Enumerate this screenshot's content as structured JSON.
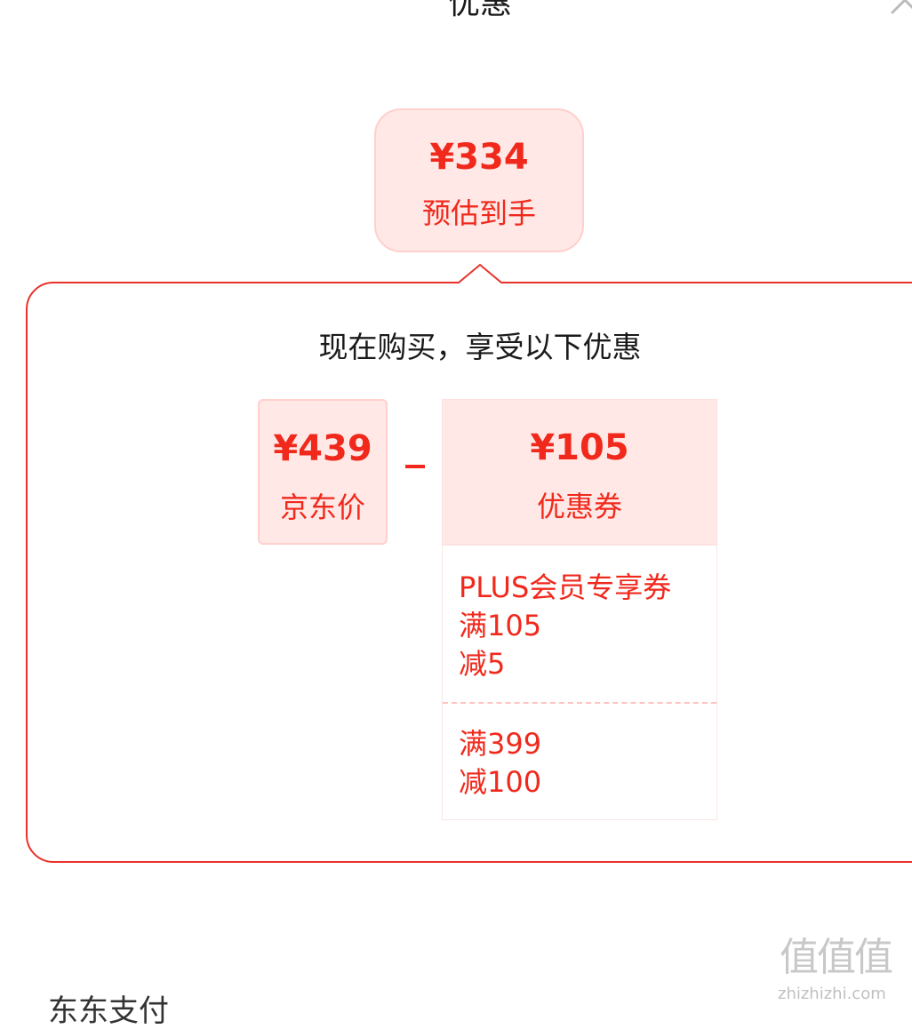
{
  "header": {
    "title": "优惠"
  },
  "estimate": {
    "price": "¥334",
    "label": "预估到手"
  },
  "panel": {
    "heading": "现在购买，享受以下优惠"
  },
  "price_card": {
    "value": "¥439",
    "label": "京东价"
  },
  "operator": "-",
  "coupon_card": {
    "value": "¥105",
    "label": "优惠券"
  },
  "coupons": [
    {
      "lines": [
        "PLUS会员专享券",
        "满105",
        "减5"
      ]
    },
    {
      "lines": [
        "满399",
        "减100"
      ]
    }
  ],
  "bottom": {
    "partial_text": "东东支付"
  },
  "watermark": {
    "logo": "值值值",
    "domain": "zhizhizhi.com"
  },
  "colors": {
    "accent": "#f0291c",
    "card_bg": "#ffe8e6",
    "panel_border": "#e8322a"
  },
  "icons": {
    "close": "close-icon"
  }
}
